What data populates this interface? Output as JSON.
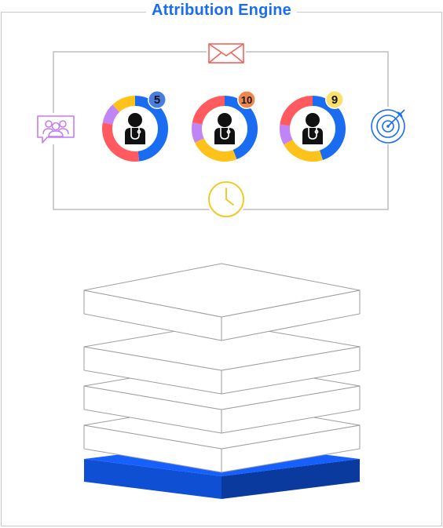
{
  "title": "Attribution Engine",
  "colors": {
    "accent": "#1a6cf0",
    "ring_blue": "#1a6cf0",
    "ring_red": "#ff5a5f",
    "ring_yellow": "#ffc21a",
    "ring_purple": "#c084f5",
    "mail": "#f0625f",
    "people": "#c57cf0",
    "clock": "#f5c518",
    "target": "#1a6cf0",
    "platform_top": "#1660ff",
    "platform_left": "#0e4fd4",
    "platform_right": "#0a3a9e"
  },
  "channel_icons": [
    "envelope-icon",
    "people-chat-icon",
    "target-icon",
    "clock-icon"
  ],
  "nodes": [
    {
      "icon": "doctor-icon",
      "badge": "5",
      "badge_color": "#4a7de0",
      "badge_text_color": "#111111",
      "segments": [
        {
          "color": "#1a6cf0",
          "share": 0.48
        },
        {
          "color": "#ff5a5f",
          "share": 0.3
        },
        {
          "color": "#c084f5",
          "share": 0.1
        },
        {
          "color": "#ffc21a",
          "share": 0.12
        }
      ]
    },
    {
      "icon": "doctor-icon",
      "badge": "10",
      "badge_color": "#f0874a",
      "badge_text_color": "#111111",
      "segments": [
        {
          "color": "#1a6cf0",
          "share": 0.44
        },
        {
          "color": "#ffc21a",
          "share": 0.24
        },
        {
          "color": "#c084f5",
          "share": 0.1
        },
        {
          "color": "#ff5a5f",
          "share": 0.22
        }
      ]
    },
    {
      "icon": "doctor-icon",
      "badge": "9",
      "badge_color": "#fbe06a",
      "badge_text_color": "#111111",
      "segments": [
        {
          "color": "#1a6cf0",
          "share": 0.45
        },
        {
          "color": "#ffc21a",
          "share": 0.22
        },
        {
          "color": "#c084f5",
          "share": 0.1
        },
        {
          "color": "#ff5a5f",
          "share": 0.23
        }
      ]
    }
  ],
  "stack": {
    "layers": 4
  }
}
